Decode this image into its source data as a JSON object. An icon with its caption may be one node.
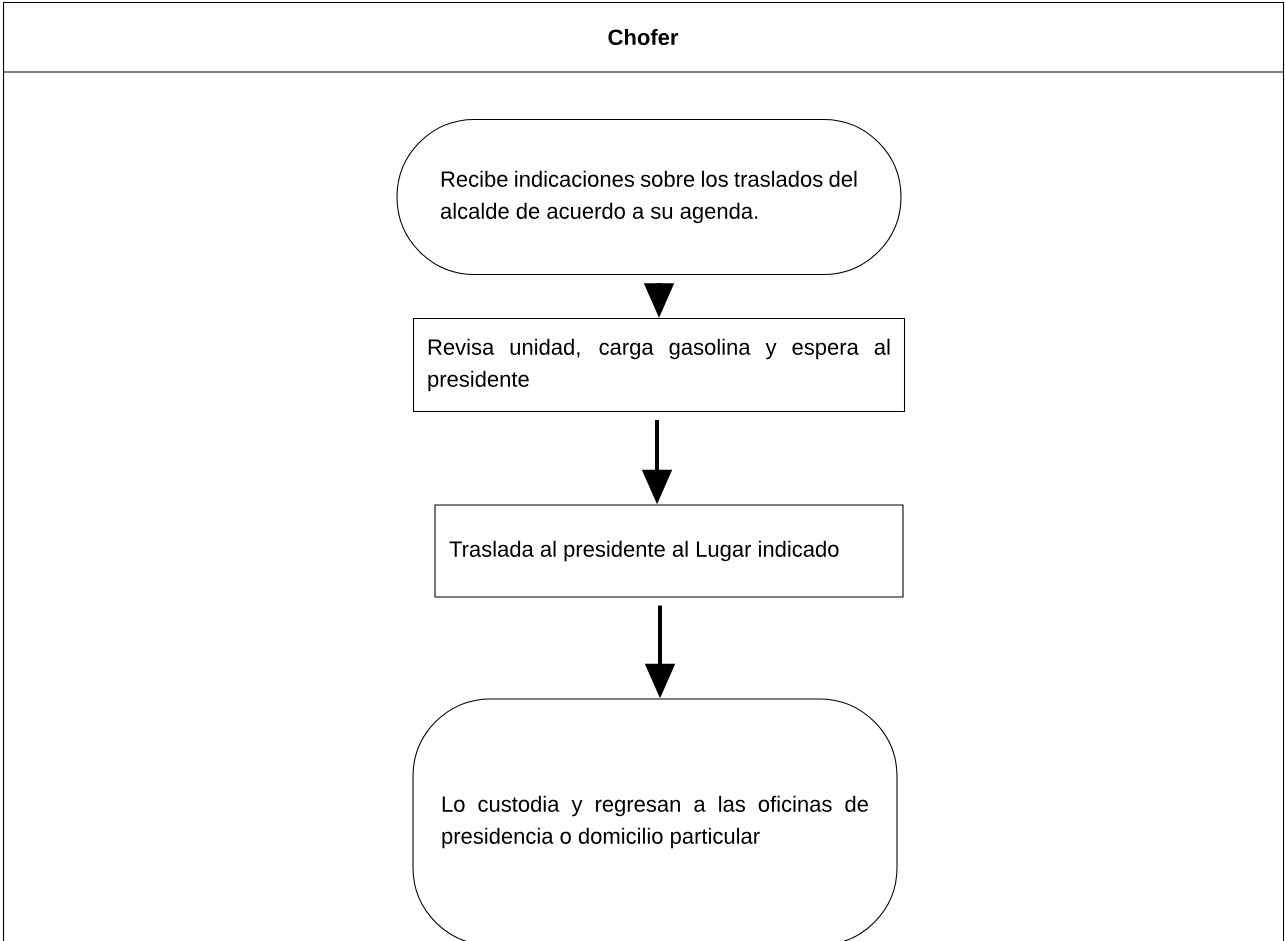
{
  "diagram": {
    "nodes": [
      {
        "text": [
          "Chofer"
        ]
      },
      {
        "text": [
          "Recibe indicaciones sobre los traslados del alcalde de acuerdo a su agenda."
        ],
        "in": 0
      },
      {
        "text": [
          "Revisa unidad, carga gasolina y espera al presidente"
        ],
        "in": 0
      },
      {
        "text": [
          "Traslada al presidente al Lugar indicado"
        ],
        "in": 0
      },
      {
        "text": [
          "Lo custodia y regresan a las oficinas de presidencia o domicilio particular"
        ],
        "in": 0
      }
    ],
    "edges": [
      {
        "from": 1,
        "to": 2,
        "arrow": "to"
      },
      {
        "from": 2,
        "to": 3,
        "arrow": "to"
      },
      {
        "from": 3,
        "to": 4,
        "arrow": "to"
      }
    ]
  }
}
